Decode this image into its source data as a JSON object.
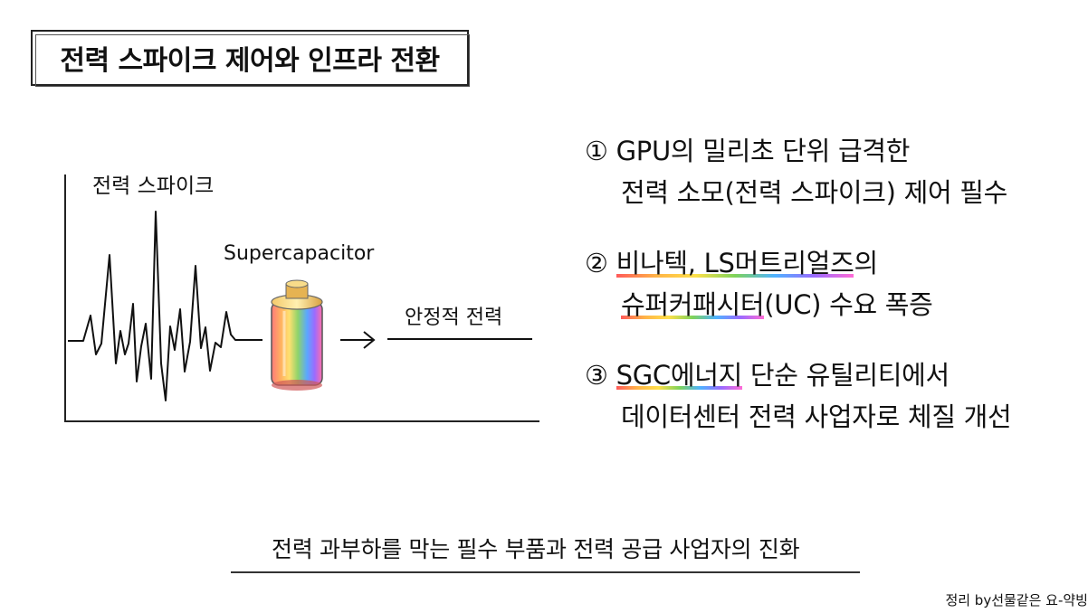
{
  "title": "전력 스파이크 제어와 인프라 전환",
  "diagram": {
    "spike_label": "전력 스파이크",
    "capacitor_label": "Supercapacitor",
    "stable_label": "안정적 전력"
  },
  "points": [
    {
      "number": "①",
      "line1_highlight": "",
      "line1_rest": "GPU의 밀리초 단위 급격한",
      "line2": "전력 소모(전력 스파이크) 제어 필수"
    },
    {
      "number": "②",
      "line1_highlight": "비나텍, LS머트리얼즈",
      "line1_rest": "의",
      "line2_highlight": "슈퍼커패시터",
      "line2": "(UC) 수요 폭증"
    },
    {
      "number": "③",
      "line1_highlight": "SGC에너지",
      "line1_rest": " 단순 유틸리티에서",
      "line2": "데이터센터 전력 사업자로 체질 개선"
    }
  ],
  "subtitle": "전력 과부하를 막는 필수 부품과 전력 공급 사업자의 진화",
  "credit": "정리 by선물같은 요-약빙",
  "colors": {
    "ink": "#111111",
    "highlight_gradient": [
      "#ff5a5a",
      "#ffb347",
      "#ffe04a",
      "#7fd35a",
      "#4fb3ff",
      "#9a6bff",
      "#ff6bd6"
    ]
  }
}
